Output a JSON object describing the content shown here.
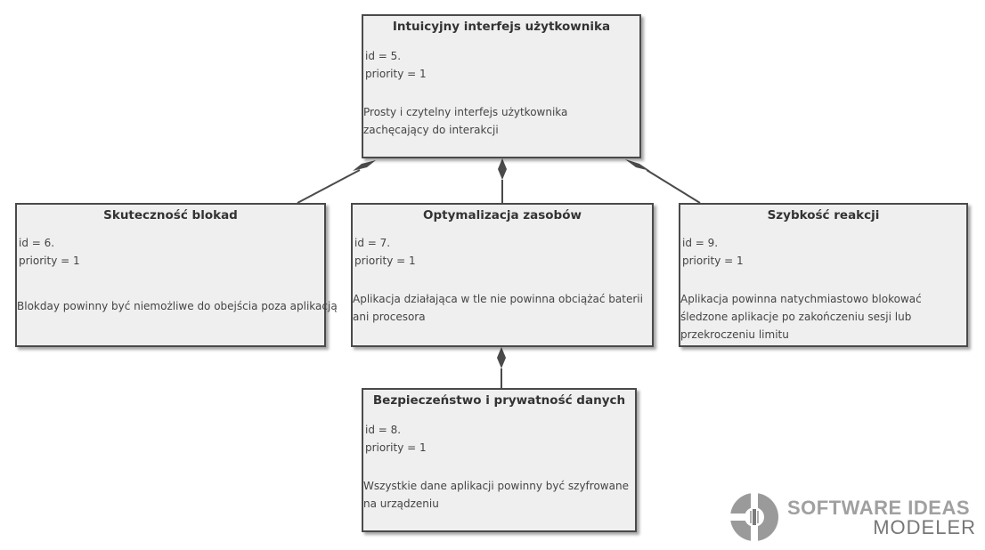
{
  "requirements": {
    "r5": {
      "title": "Intuicyjny interfejs użytkownika",
      "id": "id = 5.",
      "priority": "priority = 1",
      "description": "Prosty i czytelny interfejs użytkownika zachęcający do interakcji"
    },
    "r6": {
      "title": "Skuteczność blokad",
      "id": "id = 6.",
      "priority": "priority = 1",
      "description": "Blokday powinny być niemożliwe do obejścia poza aplikacją"
    },
    "r7": {
      "title": "Optymalizacja zasobów",
      "id": "id = 7.",
      "priority": "priority = 1",
      "description": "Aplikacja działająca w tle nie powinna obciążać baterii ani procesora"
    },
    "r9": {
      "title": "Szybkość reakcji",
      "id": "id = 9.",
      "priority": "priority = 1",
      "description": "Aplikacja powinna natychmiastowo blokować śledzone aplikacje po zakończeniu sesji lub przekroczeniu limitu"
    },
    "r8": {
      "title": "Bezpieczeństwo i prywatność danych",
      "id": "id = 8.",
      "priority": "priority = 1",
      "description": "Wszystkie dane aplikacji powinny być szyfrowane na urządzeniu"
    }
  },
  "logo": {
    "line1": "SOFTWARE IDEAS",
    "line2": "MODELER"
  },
  "colors": {
    "box_fill": "#efefef",
    "box_border": "#4a4a4a",
    "connector": "#4a4a4a",
    "logo_gray": "#a0a0a0"
  }
}
